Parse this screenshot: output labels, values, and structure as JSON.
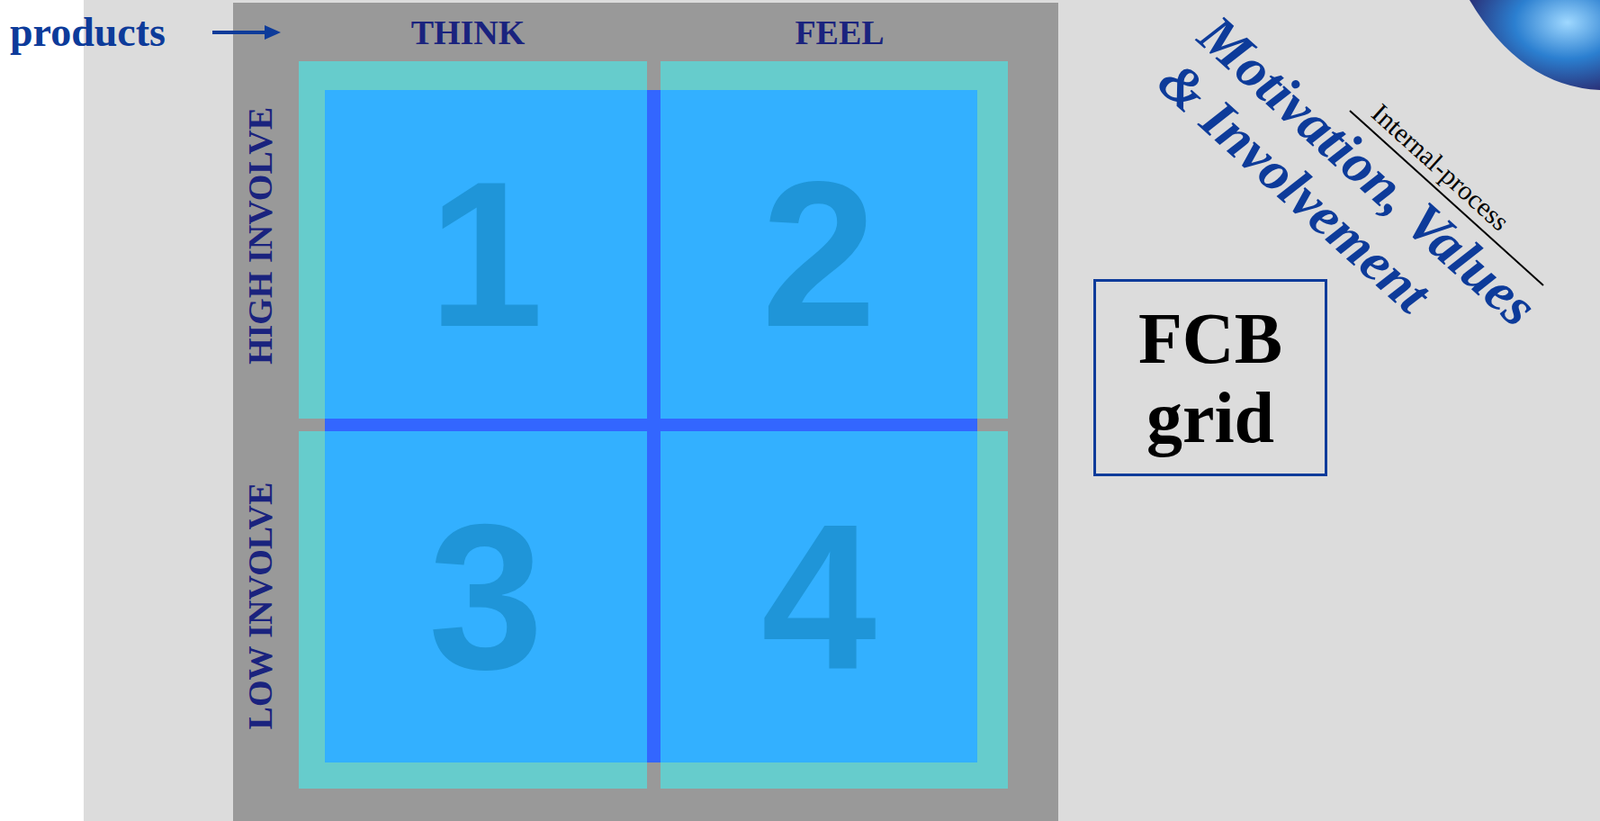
{
  "diagram": {
    "nodes": [
      {
        "text": [
          "1"
        ]
      },
      {
        "text": [
          "2"
        ]
      },
      {
        "text": [
          "3"
        ]
      },
      {
        "text": [
          "4"
        ]
      },
      {
        "text": [
          "FCB grid"
        ]
      }
    ],
    "labels": [
      "products",
      "THINK",
      "FEEL",
      "HIGH INVOLVE",
      "LOW INVOLVE",
      "Internal-process",
      "Motivation, Values",
      "& Involvement"
    ]
  }
}
